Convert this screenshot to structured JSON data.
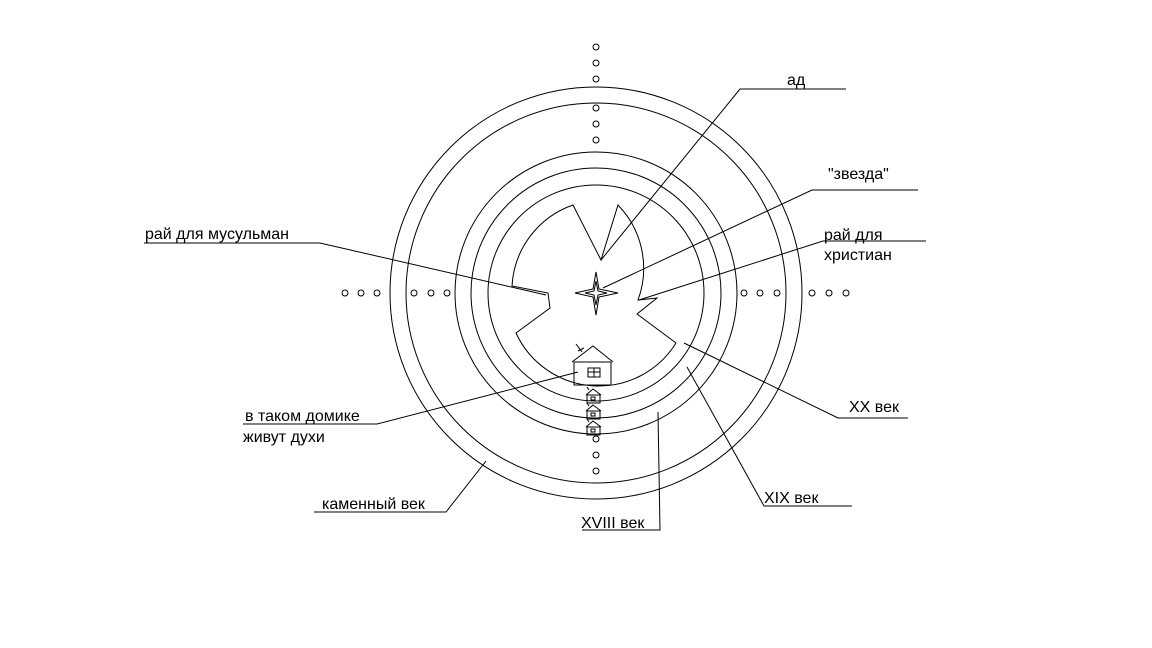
{
  "labels": {
    "hell": "ад",
    "star": "\"звезда\"",
    "paradise_christians_line1": "рай для",
    "paradise_christians_line2": "христиан",
    "paradise_muslims": "рай для мусульман",
    "house_line1": "в таком домике",
    "house_line2": "живут духи",
    "stone_age": "каменный век",
    "c18": "XVIII век",
    "c19": "XIX век",
    "c20": "XX век"
  },
  "colors": {
    "stroke": "#000000",
    "background": "#ffffff"
  }
}
